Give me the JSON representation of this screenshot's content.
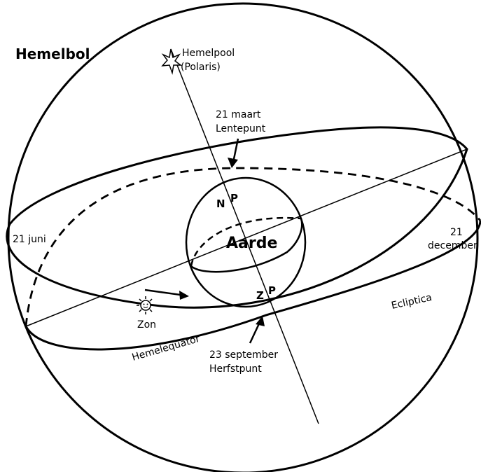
{
  "title": "Hemelbol",
  "pole": {
    "line1": "Hemelpool",
    "line2": "(Polaris)"
  },
  "earth": "Aarde",
  "north_pole": {
    "n": "N",
    "p": "P"
  },
  "south_pole": {
    "z": "Z",
    "p": "P"
  },
  "spring": {
    "date": "21 maart",
    "name": "Lentepunt"
  },
  "autumn": {
    "date": "23 september",
    "name": "Herfstpunt"
  },
  "june": "21 juni",
  "december": {
    "day": "21",
    "month": "december"
  },
  "ecliptic": "Ecliptica",
  "equator": "Hemelequator",
  "sun": "Zon"
}
